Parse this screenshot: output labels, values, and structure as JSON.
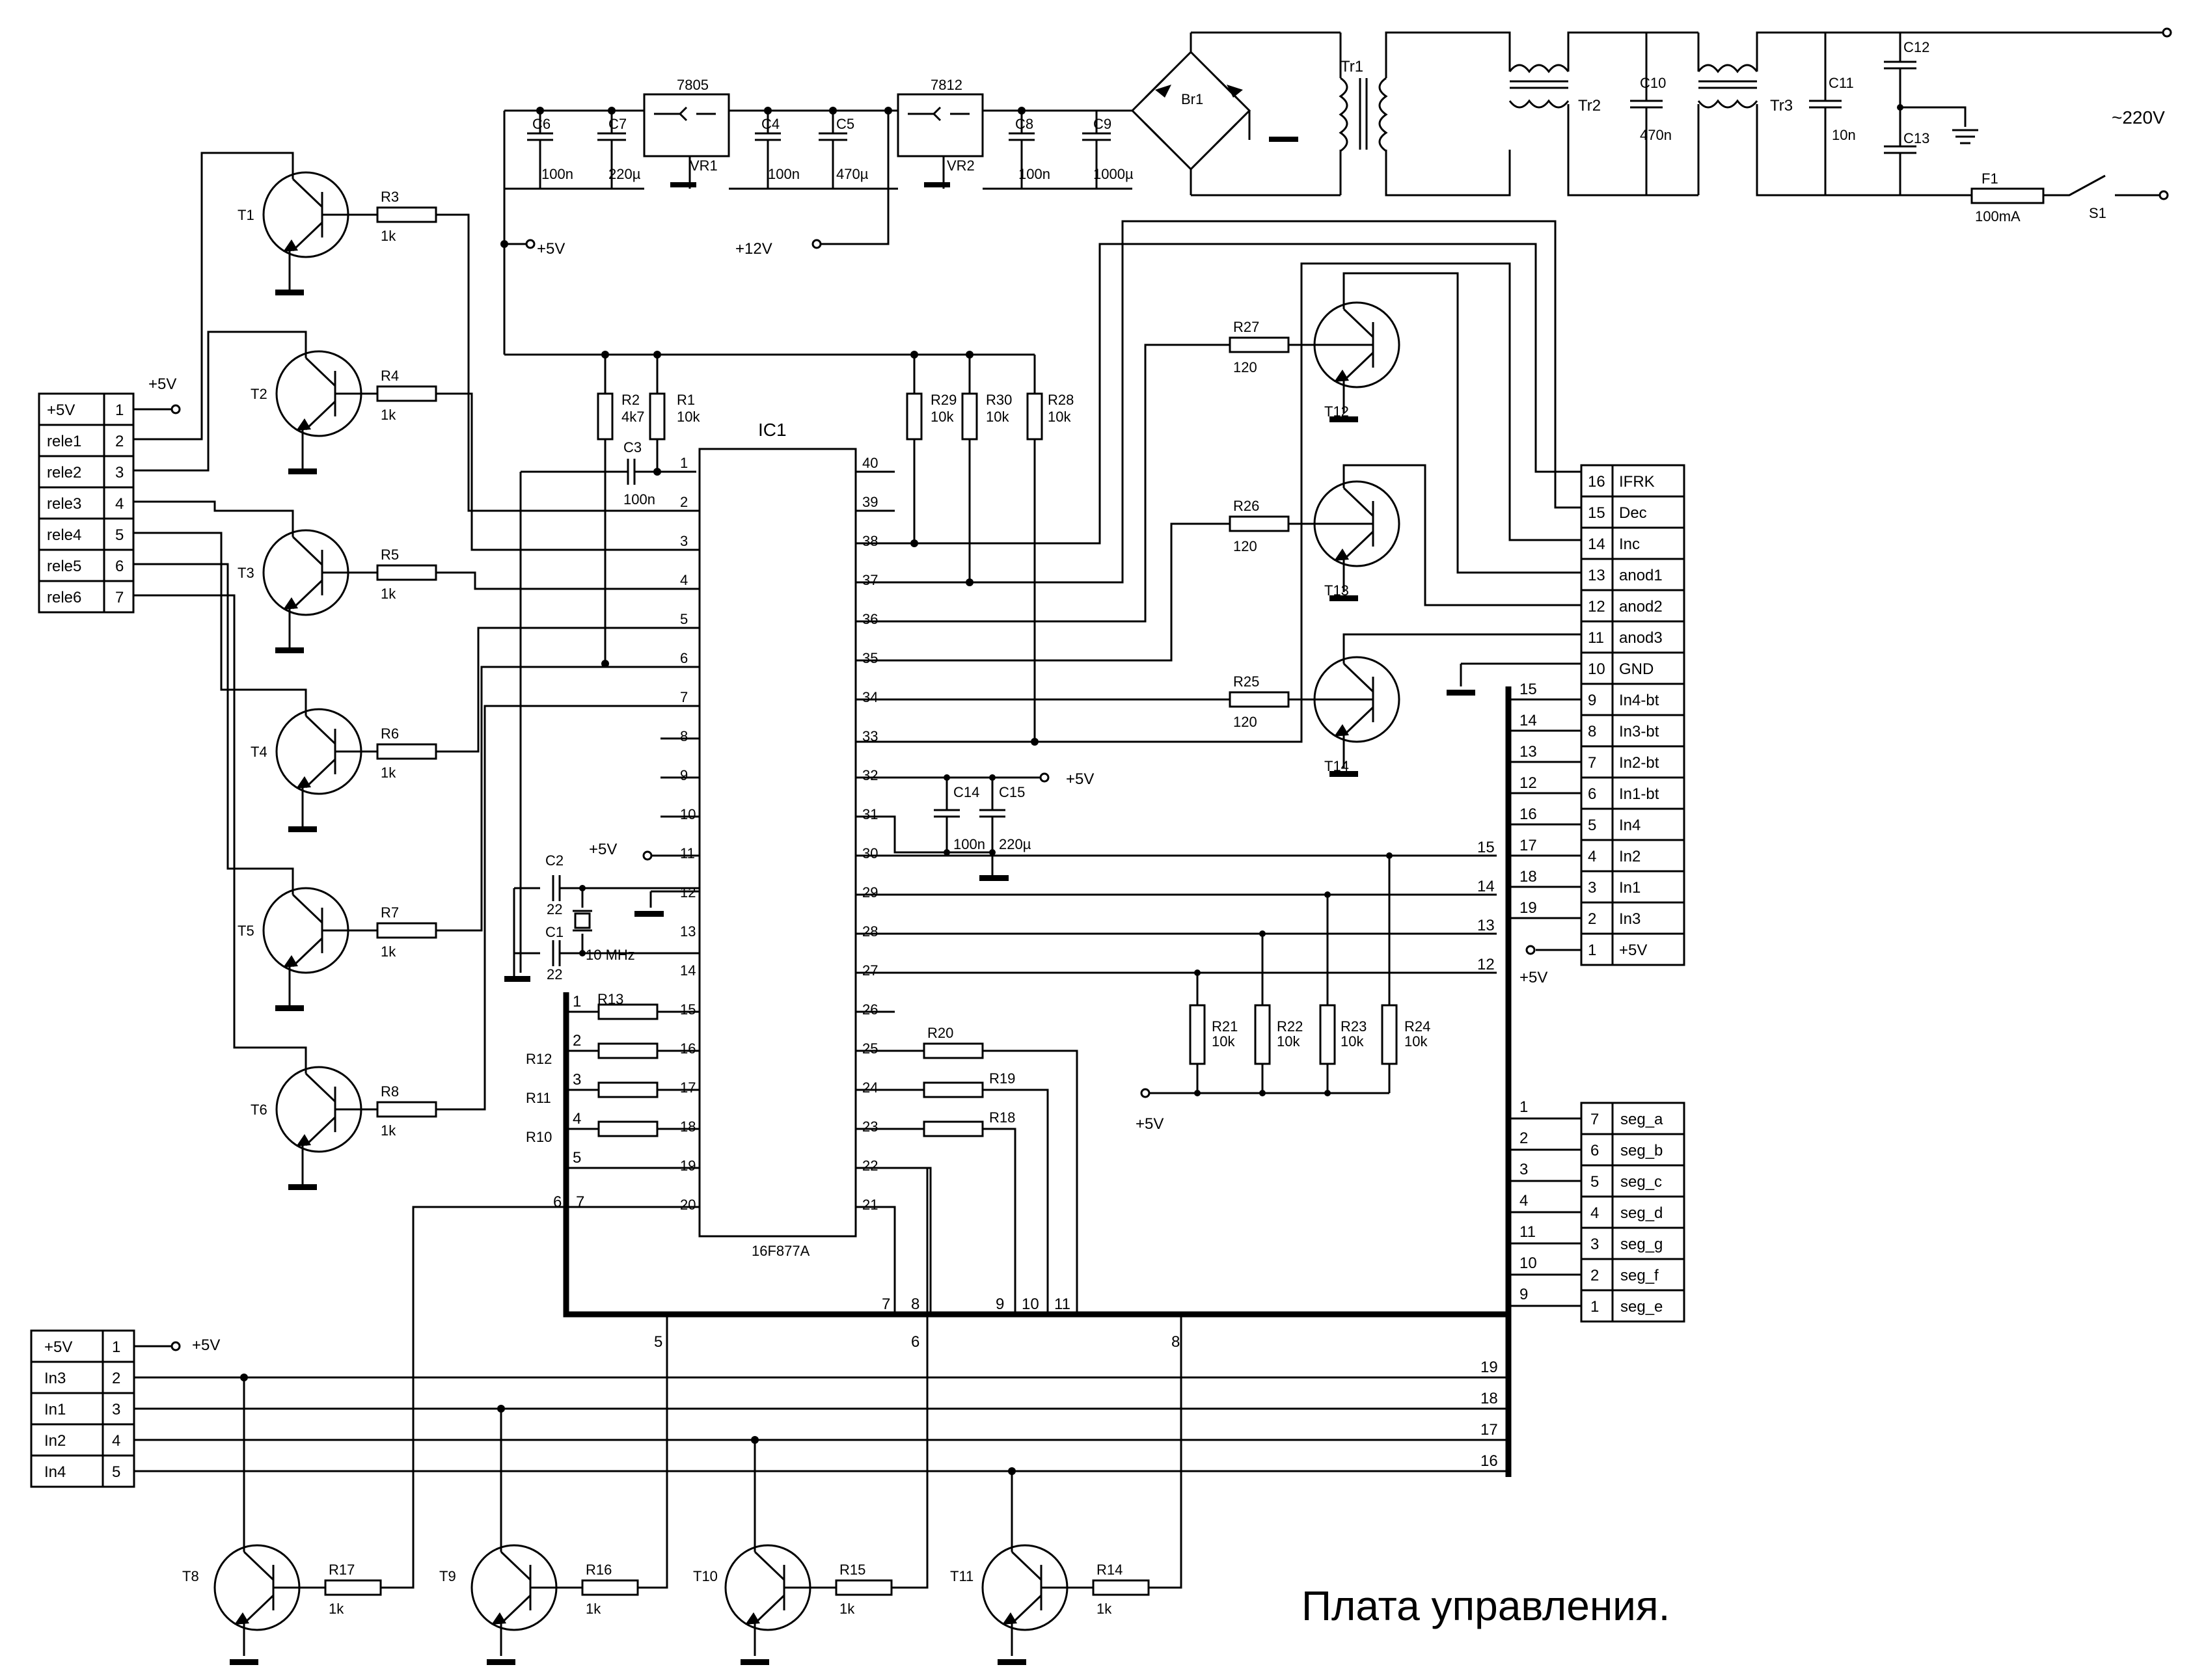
{
  "title": "Плата управления.",
  "ic": {
    "ref": "IC1",
    "part": "16F877A",
    "left_pins": [
      "1",
      "2",
      "3",
      "4",
      "5",
      "6",
      "7",
      "8",
      "9",
      "10",
      "11",
      "12",
      "13",
      "14",
      "15",
      "16",
      "17",
      "18",
      "19",
      "20"
    ],
    "right_pins": [
      "40",
      "39",
      "38",
      "37",
      "36",
      "35",
      "34",
      "33",
      "32",
      "31",
      "30",
      "29",
      "28",
      "27",
      "26",
      "25",
      "24",
      "23",
      "22",
      "21"
    ]
  },
  "power": {
    "vr1": {
      "ref": "VR1",
      "part": "7805"
    },
    "vr2": {
      "ref": "VR2",
      "part": "7812"
    },
    "caps": [
      {
        "ref": "C6",
        "val": "100n"
      },
      {
        "ref": "C7",
        "val": "220µ"
      },
      {
        "ref": "C4",
        "val": "100n"
      },
      {
        "ref": "C5",
        "val": "470µ"
      },
      {
        "ref": "C8",
        "val": "100n"
      },
      {
        "ref": "C9",
        "val": "1000µ"
      }
    ],
    "bridge": "Br1",
    "tr1": "Tr1",
    "tr2": "Tr2",
    "tr3": "Tr3",
    "c10": {
      "ref": "C10",
      "val": "470n"
    },
    "c11": {
      "ref": "C11",
      "val": "10n"
    },
    "c12": "C12",
    "c13": "C13",
    "fuse": {
      "ref": "F1",
      "val": "100mA"
    },
    "switch": "S1",
    "mains": "~220V",
    "v5": "+5V",
    "v12": "+12V"
  },
  "pullups": [
    {
      "ref": "R2",
      "val": "4k7"
    },
    {
      "ref": "R1",
      "val": "10k"
    },
    {
      "ref": "R29",
      "val": "10k"
    },
    {
      "ref": "R30",
      "val": "10k"
    },
    {
      "ref": "R28",
      "val": "10k"
    }
  ],
  "c3": {
    "ref": "C3",
    "val": "100n"
  },
  "relay_tr": [
    {
      "t": "T1",
      "r": "R3",
      "v": "1k"
    },
    {
      "t": "T2",
      "r": "R4",
      "v": "1k"
    },
    {
      "t": "T3",
      "r": "R5",
      "v": "1k"
    },
    {
      "t": "T4",
      "r": "R6",
      "v": "1k"
    },
    {
      "t": "T5",
      "r": "R7",
      "v": "1k"
    },
    {
      "t": "T6",
      "r": "R8",
      "v": "1k"
    }
  ],
  "relay_conn": {
    "v5": "+5V",
    "rows": [
      {
        "name": "+5V",
        "pin": "1"
      },
      {
        "name": "rele1",
        "pin": "2"
      },
      {
        "name": "rele2",
        "pin": "3"
      },
      {
        "name": "rele3",
        "pin": "4"
      },
      {
        "name": "rele4",
        "pin": "5"
      },
      {
        "name": "rele5",
        "pin": "6"
      },
      {
        "name": "rele6",
        "pin": "7"
      }
    ]
  },
  "crystal": {
    "c2": "C2",
    "c1": "C1",
    "val": "22",
    "xt": "10 MHz",
    "v5": "+5V"
  },
  "bus_res": {
    "items": [
      {
        "ref": "R13"
      },
      {
        "ref": "R12"
      },
      {
        "ref": "R11"
      },
      {
        "ref": "R10"
      }
    ],
    "nums": [
      "1",
      "2",
      "3",
      "4",
      "5",
      "6",
      "7"
    ]
  },
  "dec_caps": {
    "c14": {
      "ref": "C14",
      "val": "100n"
    },
    "c15": {
      "ref": "C15",
      "val": "220µ"
    },
    "v5": "+5V"
  },
  "seg_res": [
    {
      "ref": "R20"
    },
    {
      "ref": "R19"
    },
    {
      "ref": "R18"
    }
  ],
  "bottom_nums": [
    "7",
    "8",
    "9",
    "10",
    "11",
    "5",
    "6",
    "8"
  ],
  "anode_tr": [
    {
      "t": "T12",
      "r": "R27",
      "v": "120"
    },
    {
      "t": "T13",
      "r": "R26",
      "v": "120"
    },
    {
      "t": "T14",
      "r": "R25",
      "v": "120"
    }
  ],
  "in_pullups": {
    "items": [
      {
        "ref": "R21",
        "val": "10k"
      },
      {
        "ref": "R22",
        "val": "10k"
      },
      {
        "ref": "R23",
        "val": "10k"
      },
      {
        "ref": "R24",
        "val": "10k"
      }
    ],
    "v5": "+5V"
  },
  "bus_right": {
    "lines": [
      "15",
      "14",
      "13",
      "12"
    ],
    "upper": [
      "15",
      "14",
      "13",
      "12",
      "16",
      "17",
      "18",
      "19"
    ],
    "v5": "+5V"
  },
  "main_conn": [
    {
      "pin": "16",
      "name": "IFRK"
    },
    {
      "pin": "15",
      "name": "Dec"
    },
    {
      "pin": "14",
      "name": "Inc"
    },
    {
      "pin": "13",
      "name": "anod1"
    },
    {
      "pin": "12",
      "name": "anod2"
    },
    {
      "pin": "11",
      "name": "anod3"
    },
    {
      "pin": "10",
      "name": "GND"
    },
    {
      "pin": "9",
      "name": "In4-bt"
    },
    {
      "pin": "8",
      "name": "In3-bt"
    },
    {
      "pin": "7",
      "name": "In2-bt"
    },
    {
      "pin": "6",
      "name": "In1-bt"
    },
    {
      "pin": "5",
      "name": "In4"
    },
    {
      "pin": "4",
      "name": "In2"
    },
    {
      "pin": "3",
      "name": "In1"
    },
    {
      "pin": "2",
      "name": "In3"
    },
    {
      "pin": "1",
      "name": "+5V"
    }
  ],
  "seg_conn": {
    "bus": [
      "1",
      "2",
      "3",
      "4",
      "11",
      "10",
      "9"
    ],
    "rows": [
      {
        "pin": "7",
        "name": "seg_a"
      },
      {
        "pin": "6",
        "name": "seg_b"
      },
      {
        "pin": "5",
        "name": "seg_c"
      },
      {
        "pin": "4",
        "name": "seg_d"
      },
      {
        "pin": "3",
        "name": "seg_g"
      },
      {
        "pin": "2",
        "name": "seg_f"
      },
      {
        "pin": "1",
        "name": "seg_e"
      }
    ]
  },
  "in_conn": {
    "v5": "+5V",
    "rows": [
      {
        "name": "+5V",
        "pin": "1"
      },
      {
        "name": "In3",
        "pin": "2"
      },
      {
        "name": "In1",
        "pin": "3"
      },
      {
        "name": "In2",
        "pin": "4"
      },
      {
        "name": "In4",
        "pin": "5"
      }
    ],
    "bus_nums": [
      "19",
      "18",
      "17",
      "16"
    ]
  },
  "in_tr": [
    {
      "t": "T8",
      "r": "R17",
      "v": "1k"
    },
    {
      "t": "T9",
      "r": "R16",
      "v": "1k"
    },
    {
      "t": "T10",
      "r": "R15",
      "v": "1k"
    },
    {
      "t": "T11",
      "r": "R14",
      "v": "1k"
    }
  ]
}
